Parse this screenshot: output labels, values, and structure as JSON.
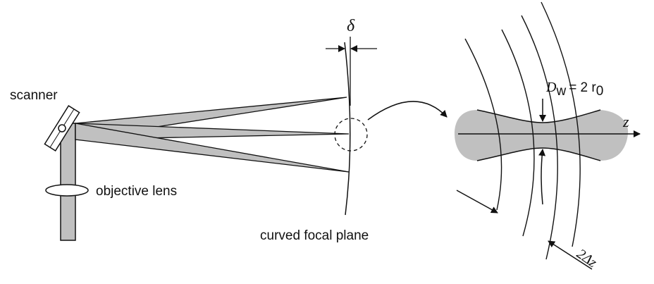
{
  "labels": {
    "delta": "δ",
    "scanner": "scanner",
    "objective_lens": "objective lens",
    "curved_focal_plane": "curved focal plane",
    "beam_waist": {
      "D": "D",
      "sub_w": "w",
      "eq": "= 2 r",
      "sub_0": "0"
    },
    "z_axis": "z",
    "two_delta_z": "2Δz"
  },
  "colors": {
    "beam_fill": "#c0c0c0",
    "line": "#111111"
  }
}
